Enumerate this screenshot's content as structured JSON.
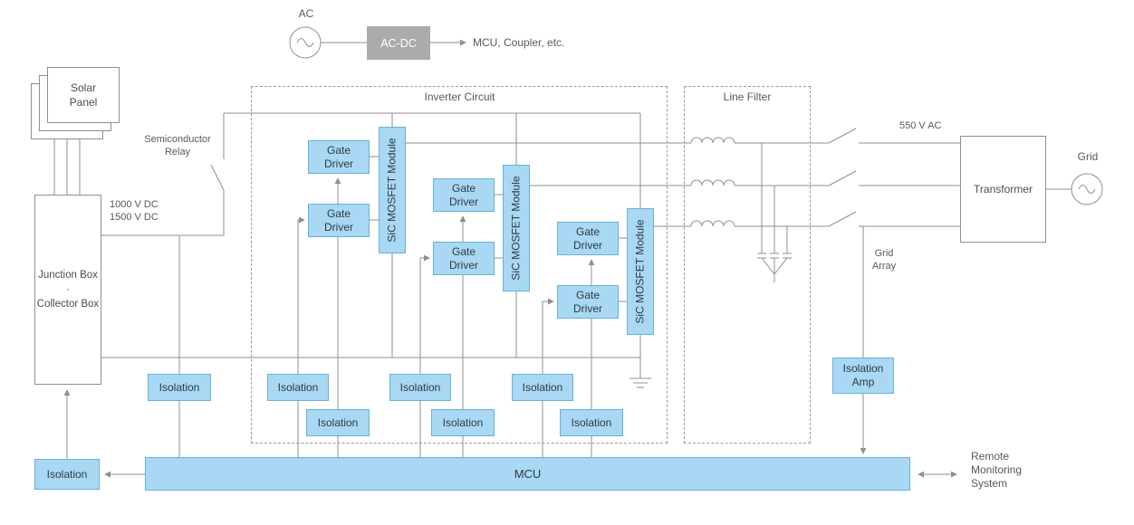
{
  "colors": {
    "accent_blue": "#A8D8F4",
    "blue_border": "#6AB1D8",
    "box_gray": "#ABABAB",
    "line_gray": "#8F8F8F",
    "text_gray": "#4D4D4D"
  },
  "top_chain": {
    "ac_source": "AC",
    "converter": "AC-DC",
    "destination": "MCU, Coupler, etc."
  },
  "pv": {
    "solar_panel": "Solar Panel",
    "junction_box": "Junction Box",
    "separator": "·",
    "collector_box": "Collector Box",
    "relay": "Semiconductor Relay",
    "dc_voltage_1": "1000 V DC",
    "dc_voltage_2": "1500 V DC"
  },
  "inverter": {
    "title": "Inverter Circuit",
    "gate_driver": "Gate Driver",
    "mosfet_module": "SiC MOSFET Module"
  },
  "filter": {
    "title": "Line Filter"
  },
  "output": {
    "ac_voltage": "550 V AC",
    "transformer": "Transformer",
    "grid": "Grid",
    "grid_array": "Grid Array"
  },
  "control": {
    "mcu": "MCU",
    "isolation": "Isolation",
    "isolation_amp": "Isolation Amp",
    "remote": "Remote Monitoring System"
  }
}
